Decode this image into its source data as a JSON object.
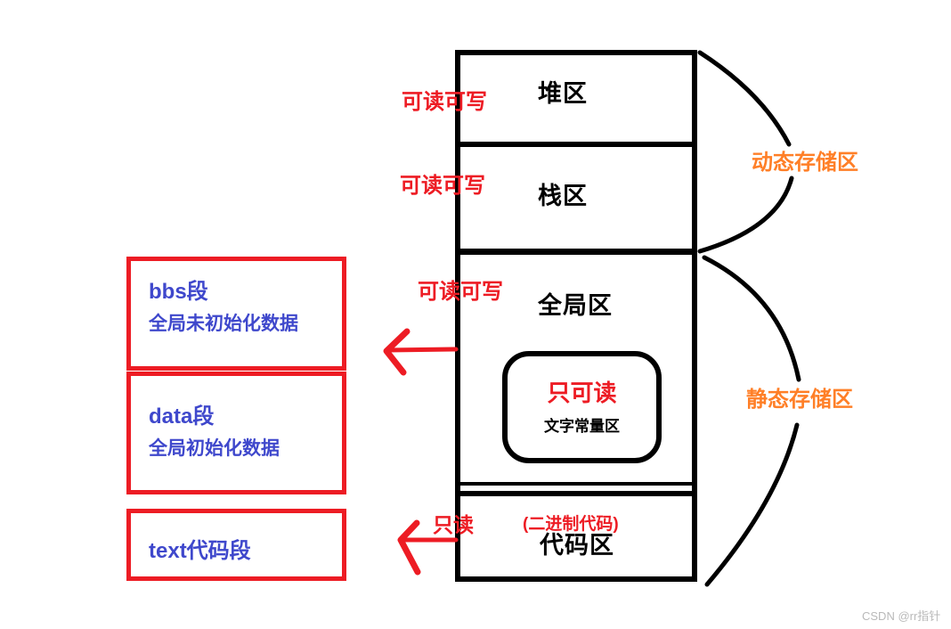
{
  "memory_map": {
    "sections": [
      {
        "id": "heap",
        "label": "堆区",
        "access": "可读可写"
      },
      {
        "id": "stack",
        "label": "栈区",
        "access": "可读可写"
      },
      {
        "id": "global",
        "label": "全局区",
        "access": "可读可写",
        "literal_area": {
          "access": "只可读",
          "label": "文字常量区"
        }
      },
      {
        "id": "code",
        "label": "代码区",
        "access": "只读",
        "note": "(二进制代码)"
      }
    ]
  },
  "segments": [
    {
      "name": "bbs段",
      "description": "全局未初始化数据"
    },
    {
      "name": "data段",
      "description": "全局初始化数据"
    },
    {
      "name": "text代码段",
      "description": ""
    }
  ],
  "storage_zones": {
    "dynamic": "动态存储区",
    "static": "静态存储区"
  },
  "watermark": "CSDN @rr指针",
  "colors": {
    "red": "#ED1C24",
    "blue": "#3F48CC",
    "orange": "#FF7F27",
    "line": "#000000",
    "watermark": "#B9B9B9"
  }
}
